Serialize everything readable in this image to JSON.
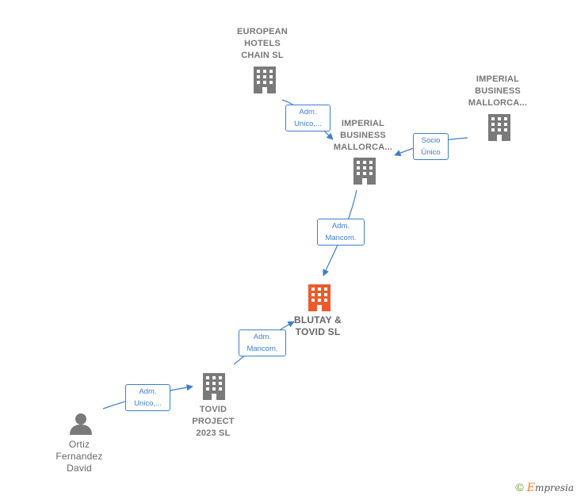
{
  "diagram": {
    "nodes": {
      "european_hotels": {
        "label_lines": [
          "EUROPEAN",
          "HOTELS",
          "CHAIN  SL"
        ],
        "kind": "company"
      },
      "imperial_right": {
        "label_lines": [
          "IMPERIAL",
          "BUSINESS",
          "MALLORCA..."
        ],
        "kind": "company"
      },
      "imperial_center": {
        "label_lines": [
          "IMPERIAL",
          "BUSINESS",
          "MALLORCA..."
        ],
        "kind": "company"
      },
      "blutay": {
        "label_lines": [
          "BLUTAY &",
          "TOVID  SL"
        ],
        "kind": "company",
        "highlight": true
      },
      "tovid_project": {
        "label_lines": [
          "TOVID",
          "PROJECT",
          "2023  SL"
        ],
        "kind": "company"
      },
      "ortiz": {
        "label_lines": [
          "Ortiz",
          "Fernandez",
          "David"
        ],
        "kind": "person"
      }
    },
    "edges": [
      {
        "from": "european_hotels",
        "to": "imperial_center",
        "label_lines": [
          "Adm.",
          "Unico,..."
        ]
      },
      {
        "from": "imperial_right",
        "to": "imperial_center",
        "label_lines": [
          "Socio",
          "Único"
        ]
      },
      {
        "from": "imperial_center",
        "to": "blutay",
        "label_lines": [
          "Adm.",
          "Mancom."
        ]
      },
      {
        "from": "tovid_project",
        "to": "blutay",
        "label_lines": [
          "Adm.",
          "Mancom."
        ]
      },
      {
        "from": "ortiz",
        "to": "tovid_project",
        "label_lines": [
          "Adm.",
          "Unico,..."
        ]
      }
    ]
  },
  "colors": {
    "company_icon": "#7a7a7a",
    "highlight_icon": "#f05a28",
    "edge": "#3b7fd0",
    "person_icon": "#7a7a7a"
  },
  "footer": {
    "copyright_symbol": "©",
    "brand_first_letter": "E",
    "brand_rest": "mpresia"
  }
}
